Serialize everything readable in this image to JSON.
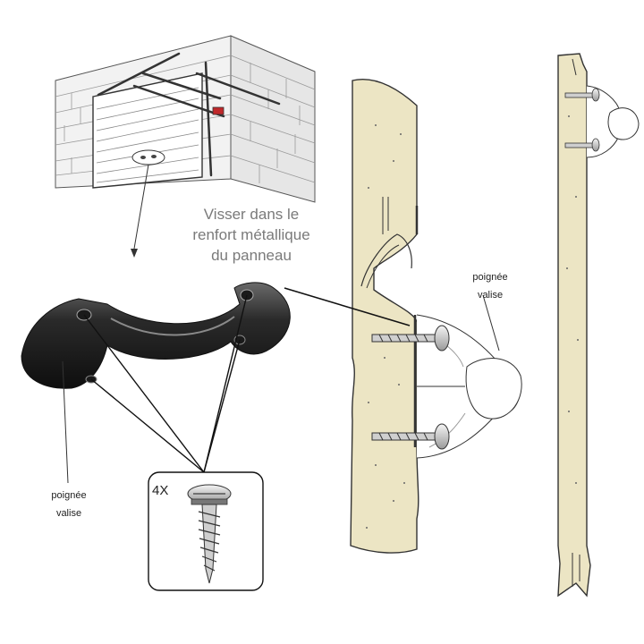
{
  "callouts": {
    "screw_instruction": [
      "Visser dans le",
      "renfort métallique",
      "du panneau"
    ],
    "handle_label_left": [
      "poignée",
      "valise"
    ],
    "handle_label_section": [
      "poignée",
      "valise"
    ],
    "screw_quantity": "4X"
  },
  "colors": {
    "panel_fill": "#ece5c4",
    "line": "#333333",
    "handle": "#1e1e1e",
    "accent_red": "#c0282a"
  }
}
